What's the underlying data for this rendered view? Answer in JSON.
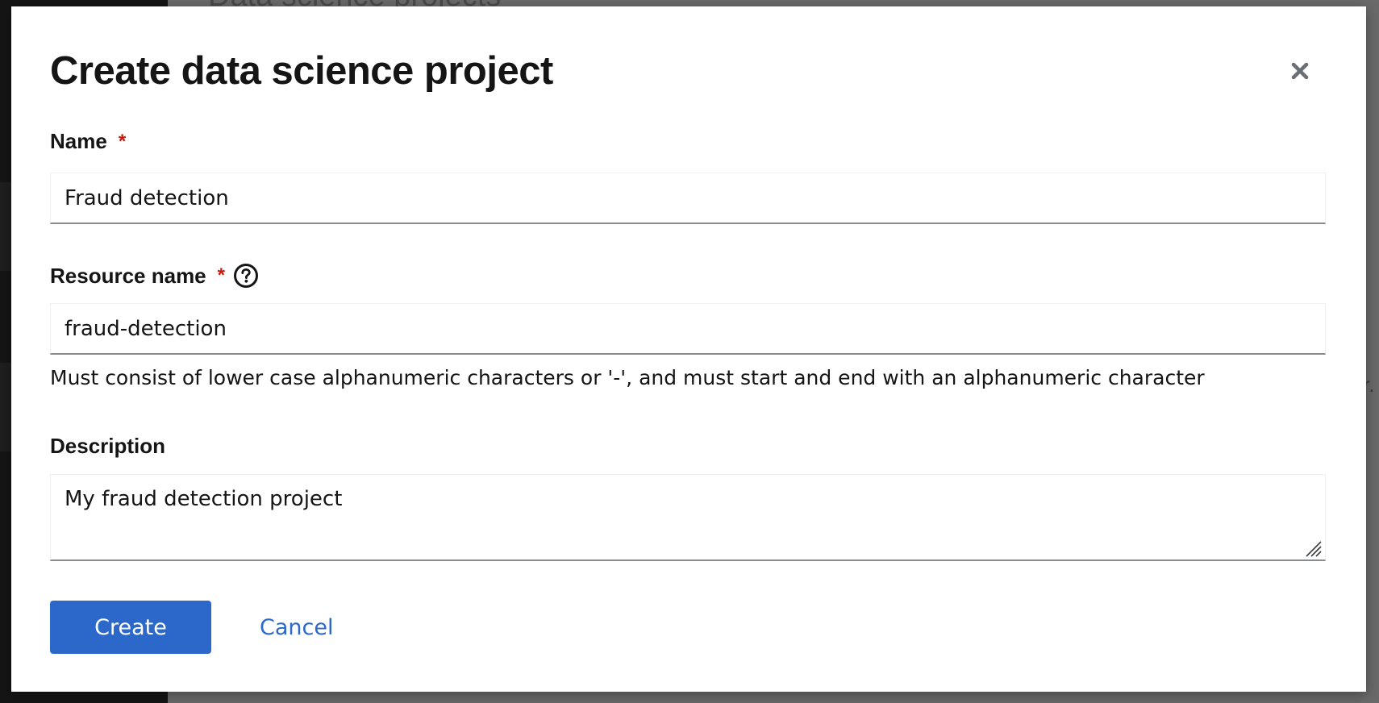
{
  "background": {
    "heading": "Data science projects",
    "glyph": "r."
  },
  "modal": {
    "title": "Create data science project",
    "close_icon": "close-icon",
    "name_field": {
      "label": "Name",
      "required_mark": "*",
      "value": "Fraud detection"
    },
    "resource_name_field": {
      "label": "Resource name",
      "required_mark": "*",
      "help_icon": "help-circle-icon",
      "value": "fraud-detection",
      "helper_text": "Must consist of lower case alphanumeric characters or '-', and must start and end with an alphanumeric character"
    },
    "description_field": {
      "label": "Description",
      "value": "My fraud detection project"
    },
    "actions": {
      "create_label": "Create",
      "cancel_label": "Cancel"
    }
  },
  "colors": {
    "primary": "#2b68c9",
    "required": "#c9190b",
    "text": "#151515"
  }
}
